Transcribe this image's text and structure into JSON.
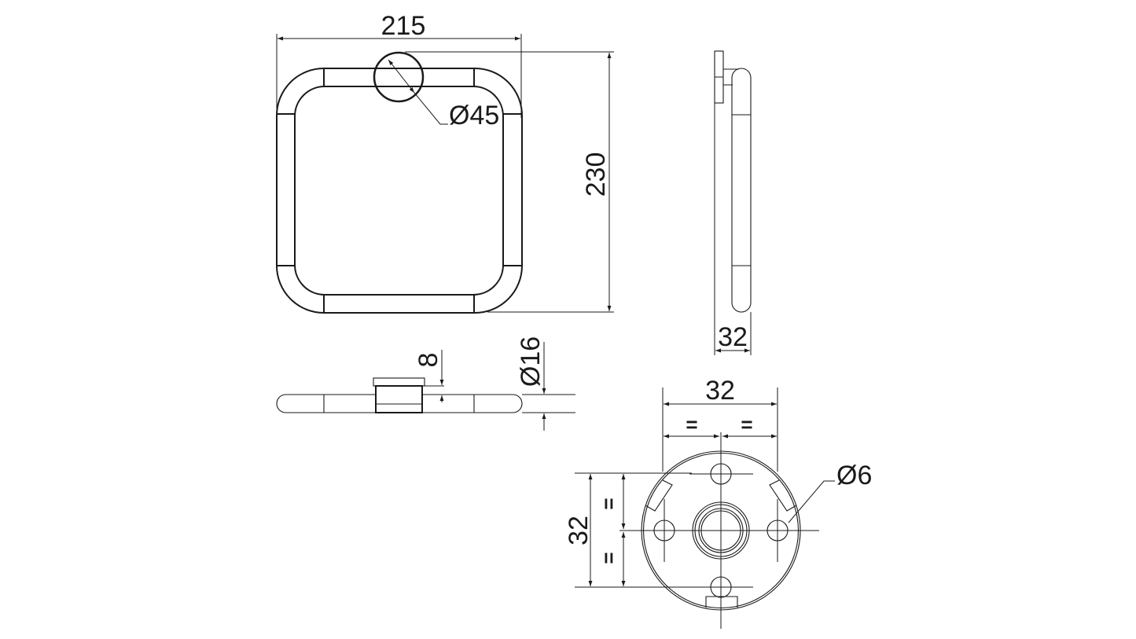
{
  "front_view": {
    "width_label": "215",
    "height_label": "230",
    "base_diameter_label": "Ø45"
  },
  "side_view": {
    "depth_label": "32"
  },
  "top_view": {
    "offset_label": "8",
    "tube_diameter_label": "Ø16"
  },
  "base_plate_view": {
    "hole_spacing_horizontal_label": "32",
    "hole_spacing_vertical_label": "32",
    "equal_mark": "=",
    "hole_diameter_label": "Ø6"
  },
  "colors": {
    "line": "#1a1a1a",
    "background": "#ffffff"
  }
}
